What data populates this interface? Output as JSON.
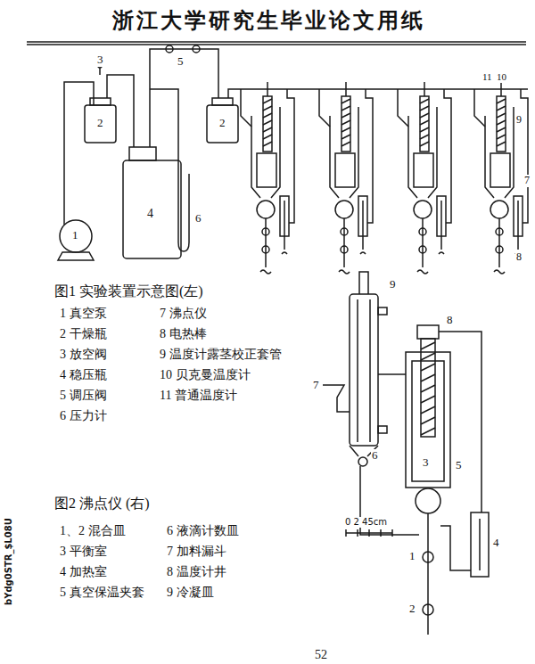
{
  "diagram": {
    "title": "浙江大学研究生毕业论文用纸",
    "labels": [
      "图1 实验装置示意图(左)",
      "1 真空泵",
      "2 干燥瓶",
      "3 放空阀",
      "4 稳压瓶",
      "5 调压阀",
      "6 压力计",
      "7 沸点仪",
      "8 电热棒",
      "9 温度计露茎校正套管",
      "10 贝克曼温度计",
      "11 普通温度计",
      "图2 沸点仪 (右)",
      "1、2 混合皿",
      "3 平衡室",
      "4 加热室",
      "5 真空保温夹套",
      "6 液滴计数皿",
      "7 加料漏斗",
      "8 温度计井",
      "9 冷凝皿",
      "1",
      "2",
      "3",
      "2",
      "4",
      "5",
      "6",
      "11",
      "10",
      "9",
      "7",
      "8",
      "9",
      "7",
      "6",
      "8",
      "5",
      "3",
      "4",
      "1",
      "2",
      "0 2 45cm",
      "52",
      "bYdg0STR_$L08U"
    ]
  }
}
